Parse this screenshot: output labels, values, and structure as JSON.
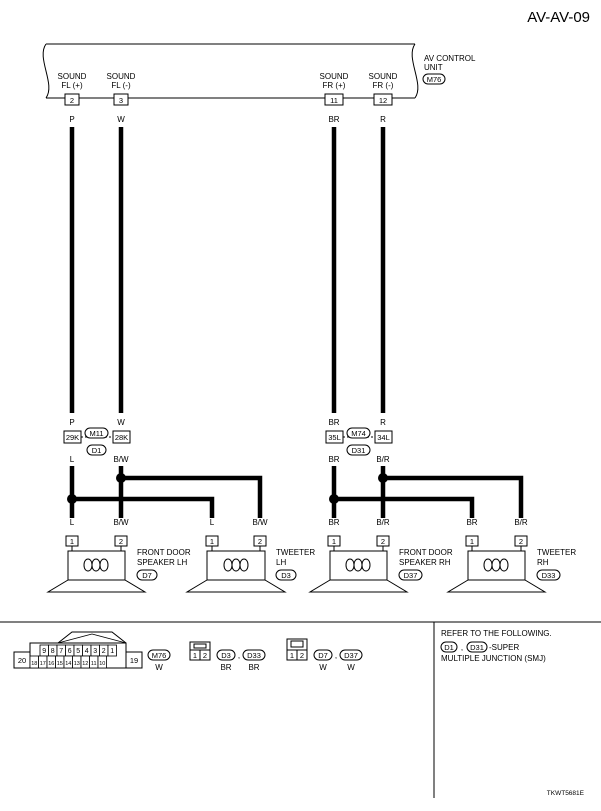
{
  "page_id": "AV-AV-09",
  "av_unit": {
    "name_line1": "AV CONTROL",
    "name_line2": "UNIT",
    "connector": "M76",
    "terminals": [
      {
        "label1": "SOUND",
        "label2": "FL (+)",
        "pin": "2",
        "color": "P"
      },
      {
        "label1": "SOUND",
        "label2": "FL (-)",
        "pin": "3",
        "color": "W"
      },
      {
        "label1": "SOUND",
        "label2": "FR (+)",
        "pin": "11",
        "color": "BR"
      },
      {
        "label1": "SOUND",
        "label2": "FR (-)",
        "pin": "12",
        "color": "R"
      }
    ]
  },
  "junctions": {
    "left": {
      "upper_connector": "M11",
      "lower_connector": "D1",
      "pins": [
        "29K",
        "28K"
      ],
      "colors_above": [
        "P",
        "W"
      ],
      "colors_below": [
        "L",
        "B/W"
      ]
    },
    "right": {
      "upper_connector": "M74",
      "lower_connector": "D31",
      "pins": [
        "35L",
        "34L"
      ],
      "colors_above": [
        "BR",
        "R"
      ],
      "colors_below": [
        "BR",
        "B/R"
      ]
    }
  },
  "speakers": [
    {
      "name1": "FRONT DOOR",
      "name2": "SPEAKER LH",
      "connector": "D7",
      "pins": [
        "1",
        "2"
      ],
      "colors": [
        "L",
        "B/W"
      ]
    },
    {
      "name1": "TWEETER",
      "name2": "LH",
      "connector": "D3",
      "pins": [
        "1",
        "2"
      ],
      "colors": [
        "L",
        "B/W"
      ]
    },
    {
      "name1": "FRONT DOOR",
      "name2": "SPEAKER RH",
      "connector": "D37",
      "pins": [
        "1",
        "2"
      ],
      "colors": [
        "BR",
        "B/R"
      ]
    },
    {
      "name1": "TWEETER",
      "name2": "RH",
      "connector": "D33",
      "pins": [
        "1",
        "2"
      ],
      "colors": [
        "BR",
        "B/R"
      ]
    }
  ],
  "connector_views": {
    "m76": {
      "top_row": [
        "9",
        "8",
        "7",
        "6",
        "5",
        "4",
        "3",
        "2",
        "1"
      ],
      "bottom_row": [
        "18",
        "17",
        "16",
        "15",
        "14",
        "13",
        "12",
        "11",
        "10"
      ],
      "left_pin": "20",
      "right_pin": "19",
      "connector": "M76",
      "color": "W"
    },
    "d3_d33": {
      "pins": [
        "1",
        "2"
      ],
      "connectors": [
        "D3",
        "D33"
      ],
      "colors": [
        "BR",
        "BR"
      ],
      "sep": ","
    },
    "d7_d37": {
      "pins": [
        "1",
        "2"
      ],
      "connectors": [
        "D7",
        "D37"
      ],
      "colors": [
        "W",
        "W"
      ],
      "sep": ","
    }
  },
  "reference_note": {
    "line1": "REFER TO THE FOLLOWING.",
    "conn1": "D1",
    "conn2": "D31",
    "sep": ",",
    "suffix": "-SUPER",
    "line3": "MULTIPLE JUNCTION (SMJ)"
  },
  "figure_code": "TKWT5681E"
}
